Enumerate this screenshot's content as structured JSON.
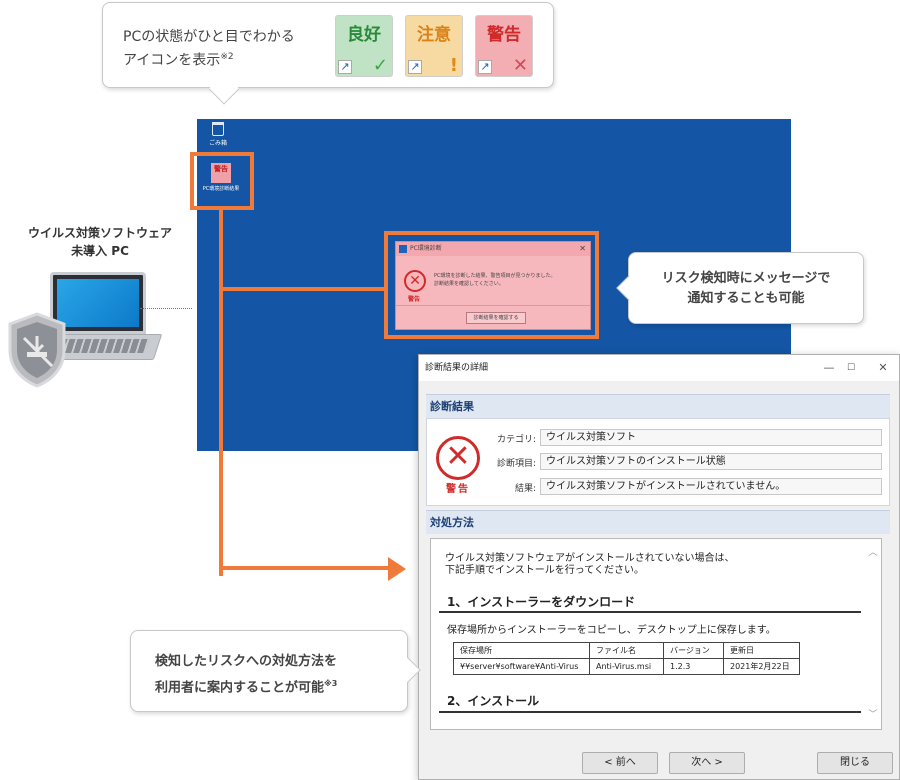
{
  "top_callout": {
    "line1": "PCの状態がひと目でわかる",
    "line2": "アイコンを表示",
    "note": "※2",
    "icons": [
      {
        "label": "良好",
        "bg": "#bfe3c4",
        "color": "#2a8a3a",
        "mark": "✓",
        "mark_color": "#3aa64a"
      },
      {
        "label": "注意",
        "bg": "#f7d9a2",
        "color": "#d9821a",
        "mark": "!",
        "mark_color": "#e08a1a"
      },
      {
        "label": "警告",
        "bg": "#f2aeb3",
        "color": "#d02b2b",
        "mark": "✕",
        "mark_color": "#d04a5a"
      }
    ]
  },
  "desktop": {
    "recycle_label": "ごみ箱",
    "pc_icon_badge": "警告",
    "pc_icon_label": "PC環境診断結果"
  },
  "notification": {
    "title": "PC環境診断",
    "close": "✕",
    "line1": "PC環境を診断した結果、警告項目が見つかりました。",
    "line2": "診断結果を確認してください。",
    "warn": "警告",
    "button": "診断結果を確認する"
  },
  "right_callout": {
    "line1": "リスク検知時にメッセージで",
    "line2": "通知することも可能"
  },
  "laptop": {
    "line1": "ウイルス対策ソフトウェア",
    "line2": "未導入 PC"
  },
  "window": {
    "title": "診断結果の詳細",
    "controls": [
      "—",
      "☐",
      "✕"
    ],
    "section1": "診断結果",
    "warn_label": "警告",
    "fields": [
      {
        "label": "カテゴリ:",
        "value": "ウイルス対策ソフト"
      },
      {
        "label": "診断項目:",
        "value": "ウイルス対策ソフトのインストール状態"
      },
      {
        "label": "結果:",
        "value": "ウイルス対策ソフトがインストールされていません。"
      }
    ],
    "section2": "対処方法",
    "doc": {
      "intro1": "ウイルス対策ソフトウェアがインストールされていない場合は、",
      "intro2": "下記手順でインストールを行ってください。",
      "h1": "1、インストーラーをダウンロード",
      "p1": "保存場所からインストーラーをコピーし、デスクトップ上に保存します。",
      "table_headers": [
        "保存場所",
        "ファイル名",
        "バージョン",
        "更新日"
      ],
      "table_row": [
        "¥¥server¥software¥Anti-Virus",
        "Anti-Virus.msi",
        "1.2.3",
        "2021年2月22日"
      ],
      "h2": "2、インストール"
    },
    "buttons": {
      "prev": "< 前へ",
      "next": "次へ >",
      "close": "閉じる"
    }
  },
  "bottom_callout": {
    "line1": "検知したリスクへの対処方法を",
    "line2": "利用者に案内することが可能",
    "note": "※3"
  },
  "colors": {
    "accent": "#ef7a3a",
    "desktop": "#1456a5",
    "error": "#d02b2b"
  }
}
